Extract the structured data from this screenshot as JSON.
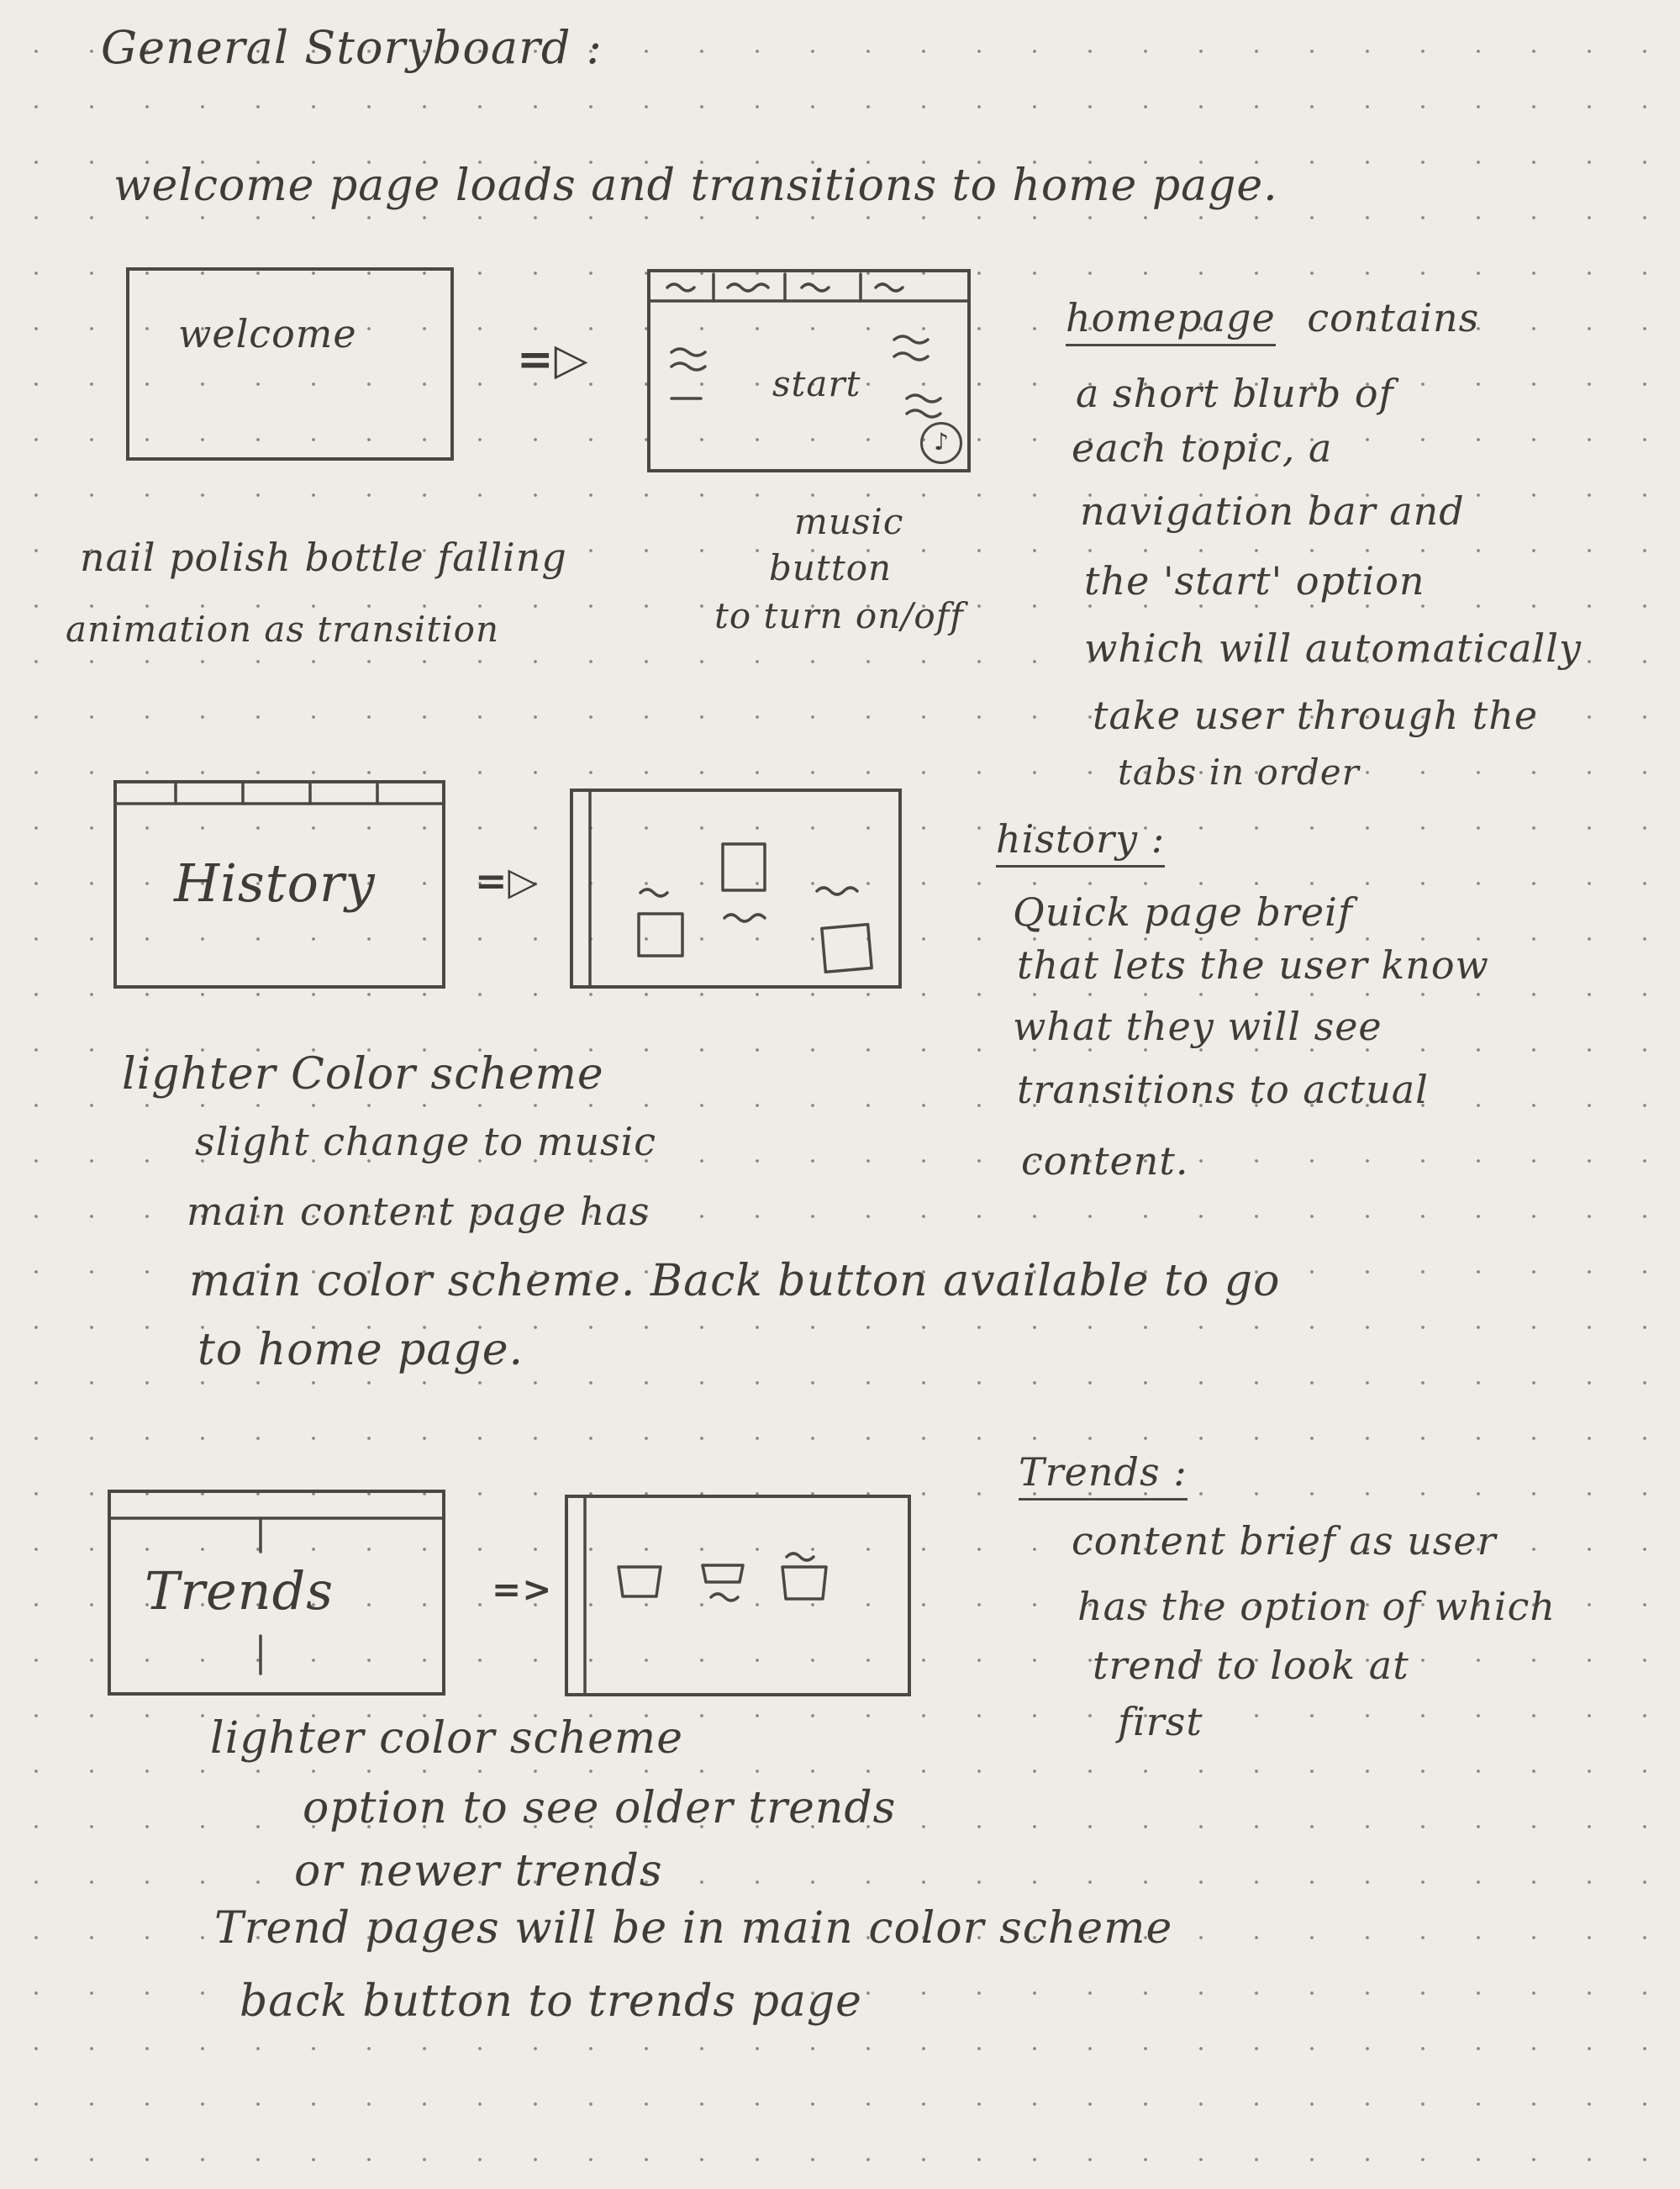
{
  "title": "General Storyboard :",
  "intro": "welcome page loads and transitions to home page.",
  "welcome_frame": {
    "label": "welcome"
  },
  "home_frame": {
    "start_label": "start",
    "music_icon": "music-note-icon"
  },
  "welcome_note": [
    "nail polish bottle falling",
    "animation as transition"
  ],
  "music_note": [
    "music",
    "button",
    "to turn on/off"
  ],
  "homepage_desc": {
    "heading": "homepage",
    "heading_rest": "contains",
    "lines": [
      "a short blurb of",
      "each topic, a",
      "navigation bar and",
      "the 'start' option",
      "which will automatically",
      "take user through the",
      "tabs in order"
    ]
  },
  "history_frame": {
    "label": "History"
  },
  "history_desc": {
    "heading": "history :",
    "lines": [
      "Quick page breif",
      "that lets the user know",
      "what they will see",
      "transitions to actual",
      "content."
    ]
  },
  "history_notes": [
    "lighter Color scheme",
    "slight change to music",
    "main content page has",
    "main color scheme. Back button available to go",
    "to home page."
  ],
  "trends_frame": {
    "label": "Trends"
  },
  "trends_desc": {
    "heading": "Trends :",
    "lines": [
      "content brief as user",
      "has the option of which",
      "trend to look at",
      "first"
    ]
  },
  "trends_notes": [
    "lighter color scheme",
    "option to see older trends",
    "or newer trends",
    "Trend pages will be in main color scheme",
    "back button to trends page"
  ],
  "arrows": {
    "arrow1": "=▷",
    "arrow2": "=▷",
    "arrow3": "=>"
  }
}
